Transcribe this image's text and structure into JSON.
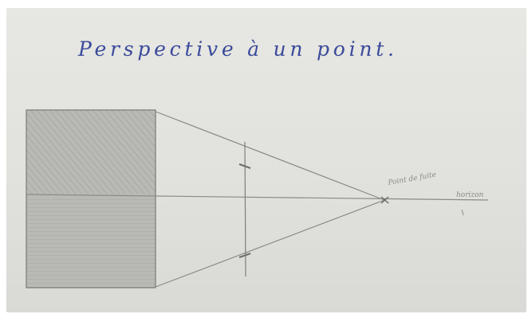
{
  "title": "Perspective à un point.",
  "vanishing_point_label": "Point de fuite",
  "horizon_label": "horizon",
  "colors": {
    "paper": "#e3e3df",
    "ink_blue": "#3a4a9a",
    "pencil": "#8e8e8a",
    "shading": "#b4b4b0"
  }
}
